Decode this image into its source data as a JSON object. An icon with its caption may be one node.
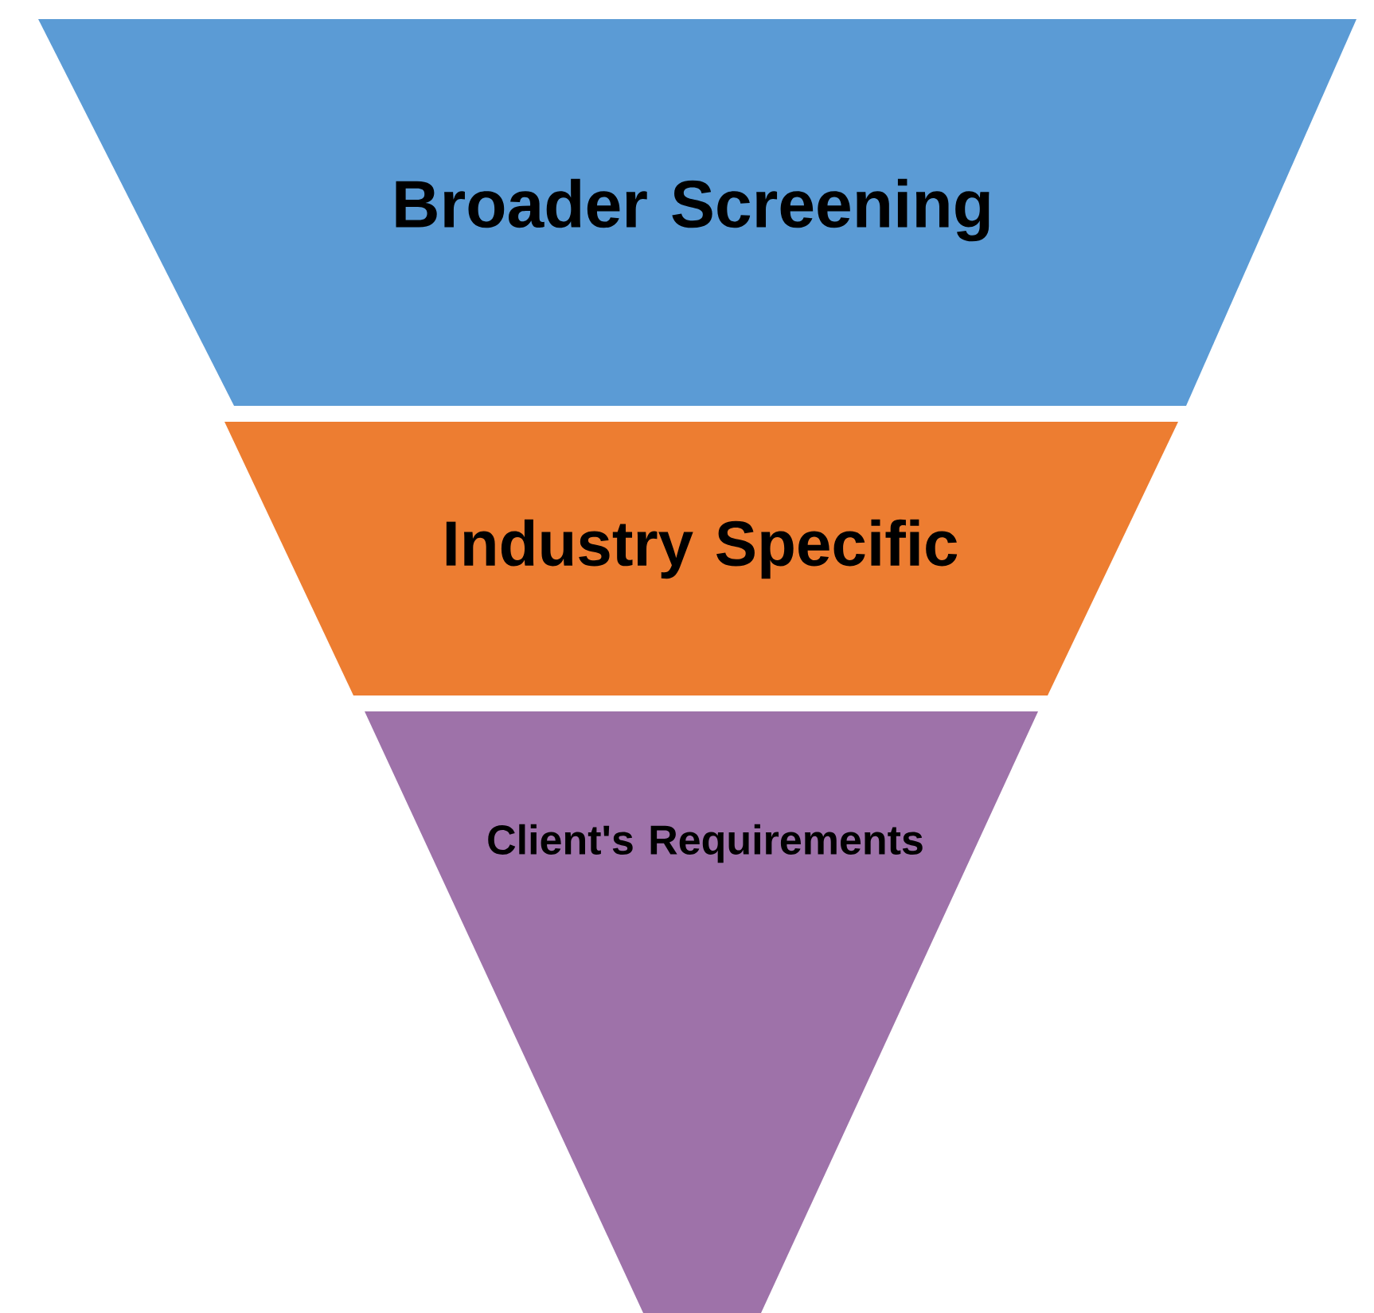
{
  "diagram": {
    "nodes": [
      {
        "text": [
          "Broader Screening"
        ]
      },
      {
        "text": [
          "Industry Specific"
        ]
      },
      {
        "text": [
          "Client's Requirements"
        ]
      }
    ]
  }
}
